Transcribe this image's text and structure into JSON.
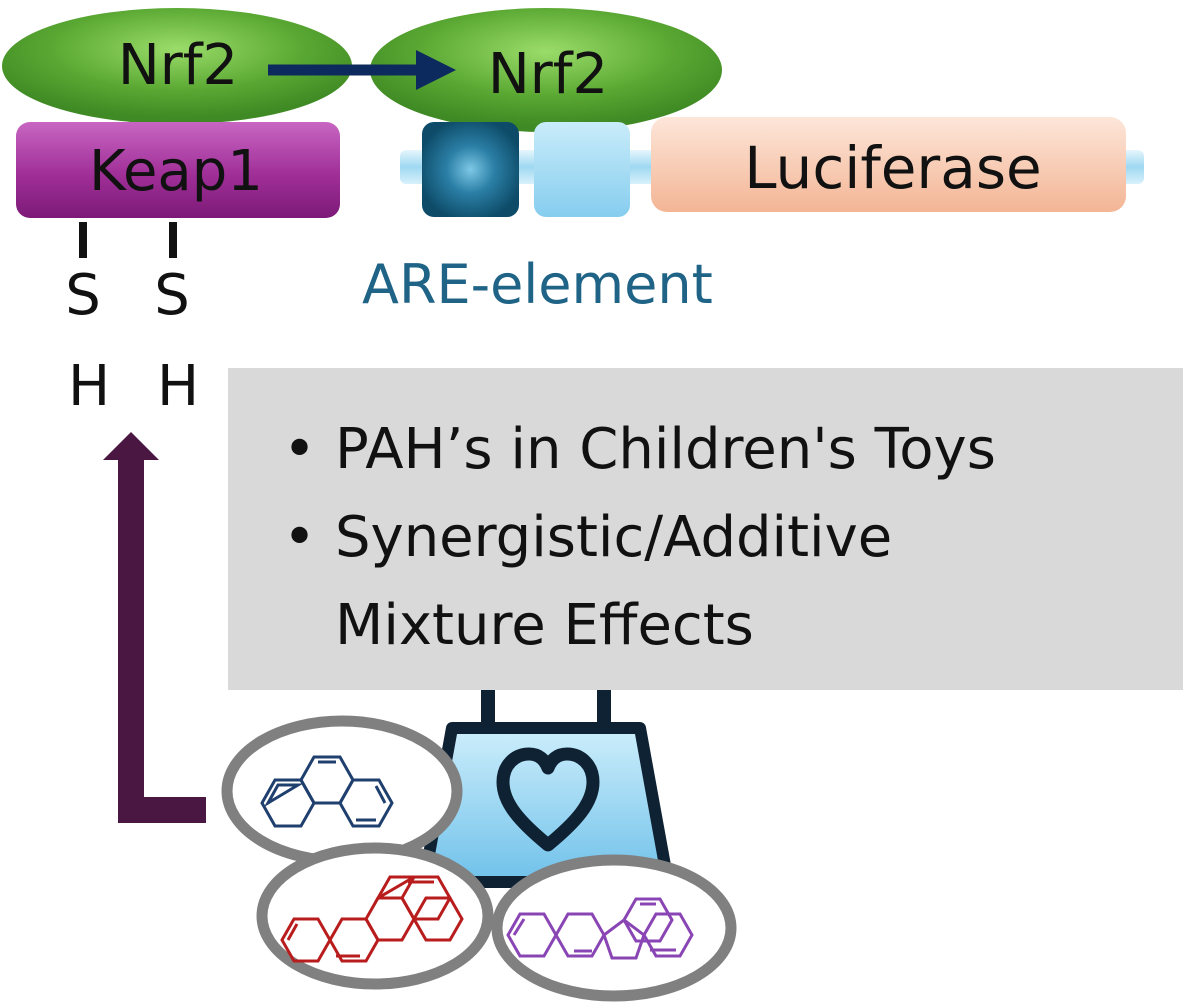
{
  "nrf2_left": "Nrf2",
  "nrf2_right": "Nrf2",
  "keap1": "Keap1",
  "luciferase": "Luciferase",
  "are_element": "ARE-element",
  "thiols": [
    {
      "s": "S",
      "h": "H"
    },
    {
      "s": "S",
      "h": "H"
    }
  ],
  "bullet_glyph": "•",
  "bullets": [
    {
      "line1": "PAH’s in Children's Toys",
      "line2": ""
    },
    {
      "line1": "Synergistic/Additive",
      "line2": "Mixture Effects"
    }
  ],
  "colors": {
    "nrf2_green": "#4e9a2b",
    "keap1_purple": "#9a2a92",
    "dna_light_blue": "#a9dcf2",
    "are_dark_teal": "#0f5a7a",
    "luciferase_peach": "#f6c3a8",
    "are_text": "#1f6386",
    "panel_gray": "#d9d9d9",
    "arrow_purple": "#4a1743",
    "arrow_navy": "#0d2a5e",
    "ring_gray": "#808080",
    "bag_blue": "#8fd0ef",
    "bag_outline": "#0f2233",
    "pah_blue": "#1f3f6e",
    "pah_red": "#b81c1c",
    "pah_purple": "#8a45b5"
  },
  "icons": [
    "toy-bag-icon",
    "heart-icon",
    "phenanthrene-structure-icon",
    "benzo-pyrene-structure-icon",
    "fluoranthene-structure-icon"
  ]
}
